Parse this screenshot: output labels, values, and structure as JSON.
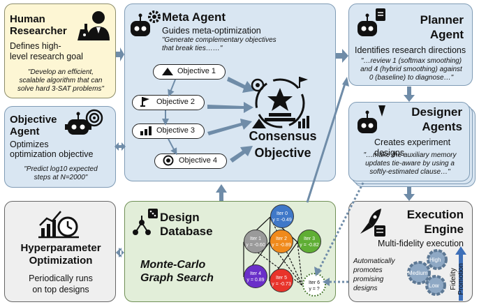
{
  "human": {
    "title_line1": "Human",
    "title_line2": "Researcher",
    "desc_line1": "Defines high-",
    "desc_line2": "level research goal",
    "quote_line1": "\"Develop an efficient,",
    "quote_line2": "scalable algorithm that can",
    "quote_line3": "solve hard 3-SAT problems\""
  },
  "objective_agent": {
    "title_line1": "Objective",
    "title_line2": "Agent",
    "desc_line1": "Optimizes",
    "desc_line2": "optimization objective",
    "quote_line1": "\"Predict log10 expected",
    "quote_line2": "steps at N=2000\""
  },
  "meta": {
    "title": "Meta Agent",
    "desc": "Guides meta-optimization",
    "quote_line1": "\"Generate complementary objectives",
    "quote_line2": "that break ties……\"",
    "objectives": [
      "Objective 1",
      "Objective 2",
      "Objective 3",
      "Objective 4"
    ],
    "consensus_line1": "Consensus",
    "consensus_line2": "Objective"
  },
  "planner": {
    "title_line1": "Planner",
    "title_line2": "Agent",
    "desc": "Identifies research directions",
    "quote_line1": "\"…review 1 (softmax smoothing)",
    "quote_line2": "and 4 (hybrid smoothing) against",
    "quote_line3": "0 (baseline) to diagnose…\""
  },
  "designer": {
    "title_line1": "Designer",
    "title_line2": "Agents",
    "desc": "Creates experiment designs",
    "quote_line1": "\"…make the auxiliary memory",
    "quote_line2": "updates tie-aware by using a",
    "quote_line3": "softly-estimated clause…\""
  },
  "hyper": {
    "title_line1": "Hyperparameter",
    "title_line2": "Optimization",
    "desc_line1": "Periodically runs",
    "desc_line2": "on top designs"
  },
  "design_db": {
    "title_line1": "Design",
    "title_line2": "Database",
    "mcgs_line1": "Monte-Carlo",
    "mcgs_line2": "Graph Search",
    "nodes": [
      {
        "name": "Iter 0",
        "value": "y = -0.49",
        "color": "#3f78c8"
      },
      {
        "name": "Iter 1",
        "value": "y = -0.60",
        "color": "#9a9a9a"
      },
      {
        "name": "Iter 2",
        "value": "y = -0.89",
        "color": "#f08a1c"
      },
      {
        "name": "Iter 3",
        "value": "y = -0.82",
        "color": "#5fae34"
      },
      {
        "name": "Iter 4",
        "value": "y = 0.89",
        "color": "#6a2fc9"
      },
      {
        "name": "Iter 5",
        "value": "y = -0.73",
        "color": "#e8332a"
      },
      {
        "name": "Iter 6",
        "value": "y = ?",
        "color": "#ffffff"
      }
    ]
  },
  "execution": {
    "title_line1": "Execution",
    "title_line2": "Engine",
    "desc": "Multi-fidelity execution",
    "note_line1": "Automatically",
    "note_line2": "promotes",
    "note_line3": "promising",
    "note_line4": "designs",
    "axis_line1": "Fidelity",
    "axis_line2": "Promotion",
    "gear_labels": [
      "High",
      "Medium",
      "Low"
    ]
  }
}
